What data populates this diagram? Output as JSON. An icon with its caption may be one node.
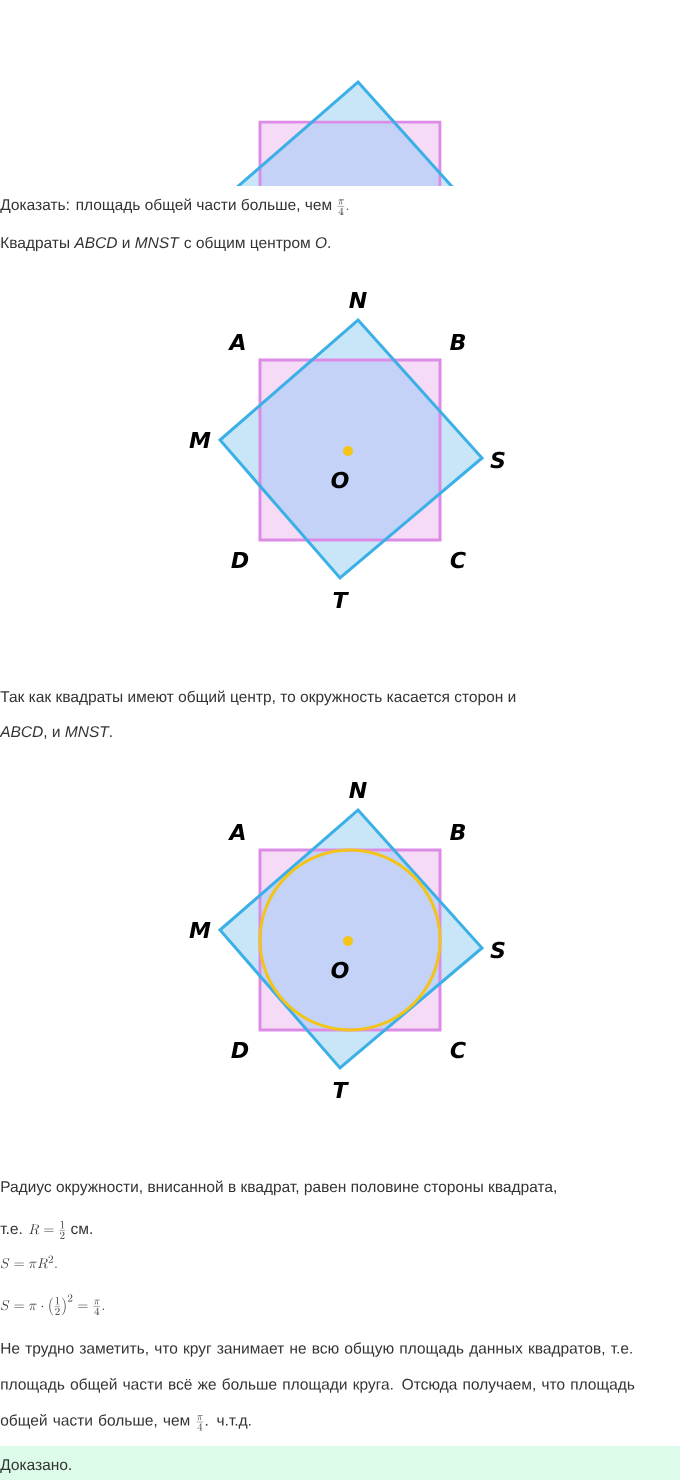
{
  "diagram": {
    "labels": [
      "Доказать: площадь общей части больше, чем",
      "\\frac{\\pi}{4}.",
      "Квадраты *ABCD* и *MNST* с общим центром *O*.",
      "N",
      "A",
      "B",
      "M",
      "S",
      "O",
      "D",
      "C",
      "T",
      "Так как квадраты имеют общий центр, то окружность касается сторон и",
      "*ABCD*, и *MNST*.",
      "N",
      "A",
      "B",
      "M",
      "S",
      "O",
      "D",
      "C",
      "T",
      "Радиус окружности, внисанной в квадрат, равен половине стороны квадрата,",
      "т.е.",
      "R=\\frac{1}{2}",
      "см.",
      "S=\\pi R^{2}.",
      "S=\\pi\\cdot\\left(\\frac{1}{2}\\right)^{2}=\\frac{\\pi}{4}.",
      "Не трудно заметить, что круг занимает не всю общую площадь данных квадратов, т.е. площадь общей части всё же больше площади круга. Отсюда получаем, что площадь общей части больше, чем",
      "\\frac{\\pi}{4}",
      ". ч.т.д.",
      "Доказано."
    ]
  }
}
